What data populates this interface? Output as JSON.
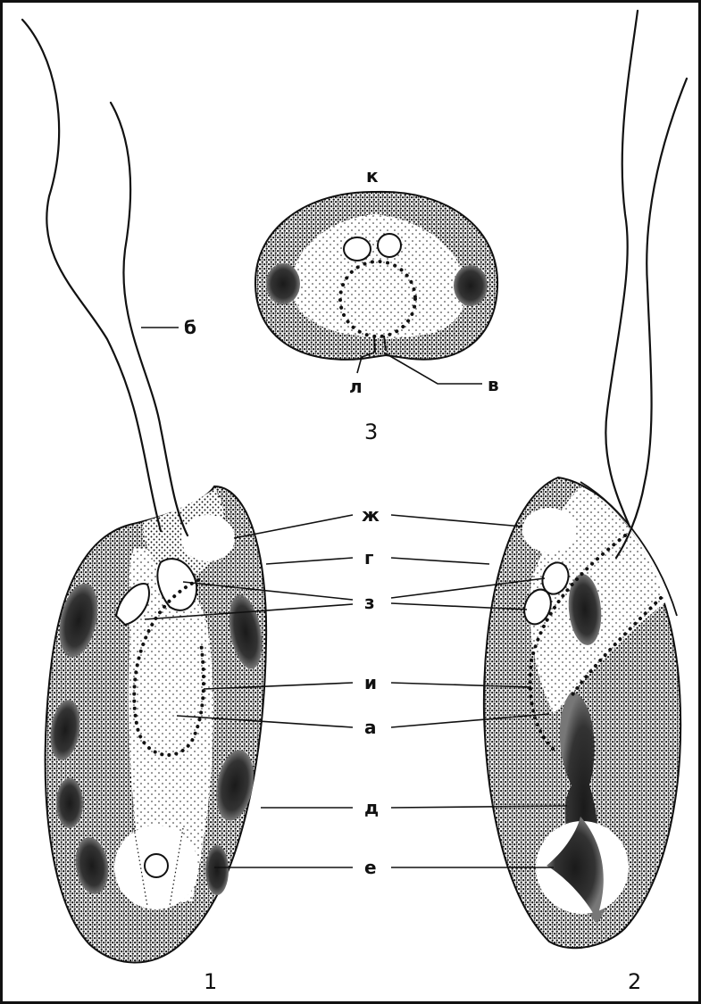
{
  "figure": {
    "labels": {
      "a": "а",
      "b": "б",
      "v": "в",
      "g": "г",
      "d": "д",
      "e": "е",
      "zh": "ж",
      "z": "з",
      "i": "и",
      "k": "к",
      "l": "л"
    },
    "panel_numbers": {
      "cross_section": "3",
      "cell_1": "1",
      "cell_2": "2"
    },
    "colors": {
      "ink": "#111111",
      "paper": "#ffffff"
    }
  }
}
